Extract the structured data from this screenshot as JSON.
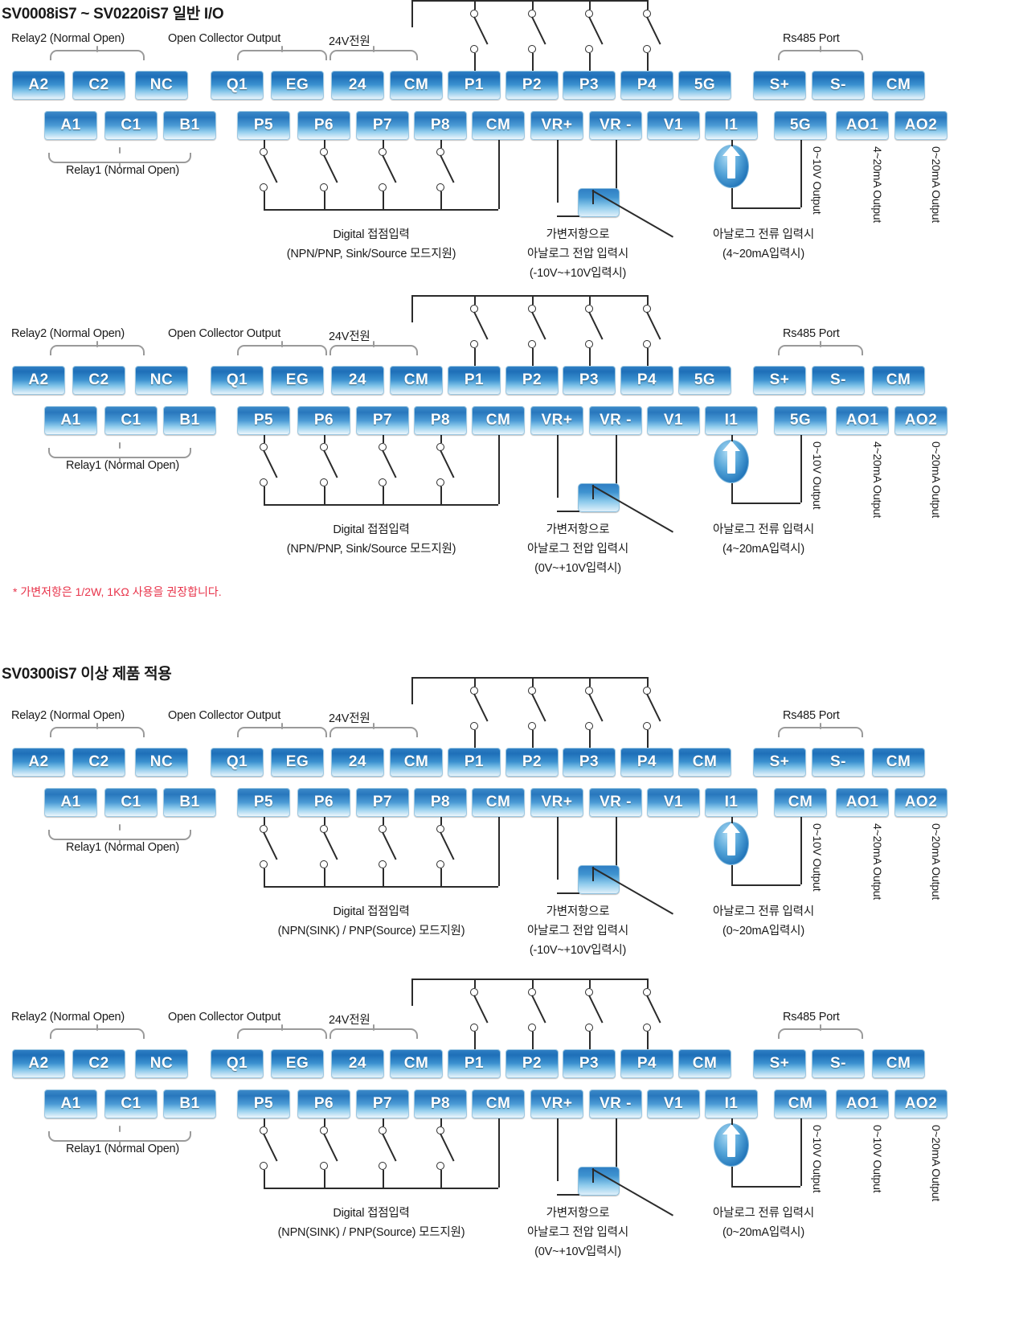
{
  "sections": [
    {
      "id": "sec1",
      "title": "SV0008iS7 ~ SV0220iS7 일반 I/O"
    },
    {
      "id": "sec2",
      "title": "SV0300iS7 이상 제품 적용"
    }
  ],
  "group_labels": {
    "relay2": "Relay2 (Normal Open)",
    "relay1": "Relay1 (Normal Open)",
    "open_collector": "Open Collector Output",
    "v24": "24V전원",
    "rs485": "Rs485 Port"
  },
  "captions": {
    "digital_in_title": "Digital 접점입력",
    "digital_in_mode_a": "(NPN/PNP, Sink/Source 모드지원)",
    "digital_in_mode_b": "(NPN(SINK) / PNP(Source) 모드지원)",
    "pot_line1": "가변저항으로",
    "pot_line2": "아날로그 전압 입력시",
    "pot_range_neg10": "(-10V~+10V입력시)",
    "pot_range_0": "(0V~+10V입력시)",
    "current_line1": "아날로그 전류 입력시",
    "current_range_4_20": "(4~20mA입력시)",
    "current_range_0_20": "(0~20mA입력시)"
  },
  "note_red": "* 가변저항은 1/2W, 1KΩ 사용을 권장합니다.",
  "output_labels": {
    "v0_10": "0~10V Output",
    "ma4_20": "4~20mA Output",
    "ma0_20": "0~20mA Output"
  },
  "diagrams": [
    {
      "id": "d1",
      "section": 1,
      "row_top": [
        "A2",
        "C2",
        "NC",
        "Q1",
        "EG",
        "24",
        "CM",
        "P1",
        "P2",
        "P3",
        "P4",
        "5G",
        "S+",
        "S-",
        "CM"
      ],
      "row_bottom": [
        "A1",
        "C1",
        "B1",
        "P5",
        "P6",
        "P7",
        "P8",
        "CM",
        "VR+",
        "VR -",
        "V1",
        "I1",
        "5G",
        "AO1",
        "AO2"
      ],
      "digital_mode": "(NPN/PNP, Sink/Source 모드지원)",
      "pot_range": "(-10V~+10V입력시)",
      "current_range": "(4~20mA입력시)",
      "vlabels": [
        "0~10V Output",
        "4~20mA Output",
        "0~20mA Output"
      ]
    },
    {
      "id": "d2",
      "section": 1,
      "row_top": [
        "A2",
        "C2",
        "NC",
        "Q1",
        "EG",
        "24",
        "CM",
        "P1",
        "P2",
        "P3",
        "P4",
        "5G",
        "S+",
        "S-",
        "CM"
      ],
      "row_bottom": [
        "A1",
        "C1",
        "B1",
        "P5",
        "P6",
        "P7",
        "P8",
        "CM",
        "VR+",
        "VR -",
        "V1",
        "I1",
        "5G",
        "AO1",
        "AO2"
      ],
      "digital_mode": "(NPN/PNP, Sink/Source 모드지원)",
      "pot_range": "(0V~+10V입력시)",
      "current_range": "(4~20mA입력시)",
      "vlabels": [
        "0~10V Output",
        "4~20mA Output",
        "0~20mA Output"
      ]
    },
    {
      "id": "d3",
      "section": 2,
      "row_top": [
        "A2",
        "C2",
        "NC",
        "Q1",
        "EG",
        "24",
        "CM",
        "P1",
        "P2",
        "P3",
        "P4",
        "CM",
        "S+",
        "S-",
        "CM"
      ],
      "row_bottom": [
        "A1",
        "C1",
        "B1",
        "P5",
        "P6",
        "P7",
        "P8",
        "CM",
        "VR+",
        "VR -",
        "V1",
        "I1",
        "CM",
        "AO1",
        "AO2"
      ],
      "digital_mode": "(NPN(SINK) / PNP(Source) 모드지원)",
      "pot_range": "(-10V~+10V입력시)",
      "current_range": "(0~20mA입력시)",
      "vlabels": [
        "0~10V Output",
        "4~20mA Output",
        "0~20mA Output"
      ]
    },
    {
      "id": "d4",
      "section": 2,
      "row_top": [
        "A2",
        "C2",
        "NC",
        "Q1",
        "EG",
        "24",
        "CM",
        "P1",
        "P2",
        "P3",
        "P4",
        "CM",
        "S+",
        "S-",
        "CM"
      ],
      "row_bottom": [
        "A1",
        "C1",
        "B1",
        "P5",
        "P6",
        "P7",
        "P8",
        "CM",
        "VR+",
        "VR -",
        "V1",
        "I1",
        "CM",
        "AO1",
        "AO2"
      ],
      "digital_mode": "(NPN(SINK) / PNP(Source) 모드지원)",
      "pot_range": "(0V~+10V입력시)",
      "current_range": "(0~20mA입력시)",
      "vlabels": [
        "0~10V Output",
        "0~10V Output",
        "0~20mA Output"
      ]
    }
  ]
}
